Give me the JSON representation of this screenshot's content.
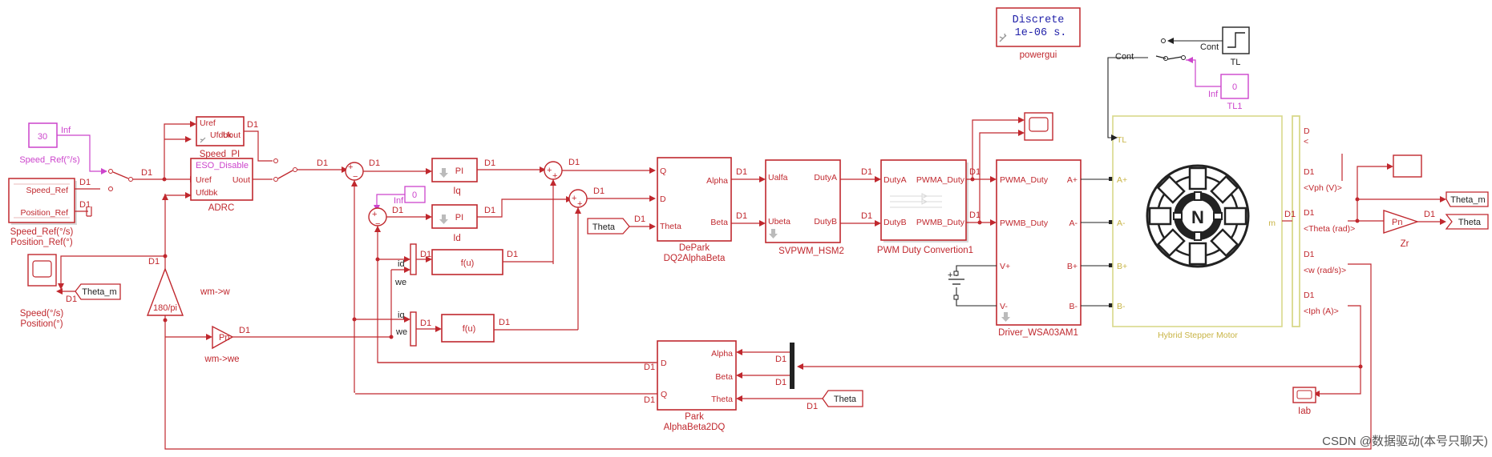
{
  "powergui": {
    "mode": "Discrete",
    "sample": "1e-06 s.",
    "name": "powergui"
  },
  "refs": {
    "speed_const_value": "30",
    "speed_const_tag": "Inf",
    "speed_const_name": "Speed_Ref(°/s)",
    "subsys_in1": "Speed_Ref",
    "subsys_in2": "Position_Ref",
    "subsys_name1": "Speed_Ref(°/s)",
    "subsys_name2": "Position_Ref(°)"
  },
  "scope_left": {
    "name1": "Speed(°/s)",
    "name2": "Position(°)",
    "goto_theta_m": "Theta_m"
  },
  "speed_pi": {
    "in1": "Uref",
    "in2": "Ufdbk",
    "out": "Uout",
    "name": "Speed_PI"
  },
  "adrc": {
    "eso": "ESO_Disable",
    "in1": "Uref",
    "in2": "Ufdbk",
    "out": "Uout",
    "name": "ADRC"
  },
  "gain_180pi": {
    "label": "180/pi",
    "name": "wm->w"
  },
  "gain_pn_left": {
    "label": "Pn",
    "name": "wm->we"
  },
  "zero_const": {
    "value": "0",
    "tag": "Inf"
  },
  "pi_iq": {
    "label": "PI",
    "name": "Iq"
  },
  "pi_id": {
    "label": "PI",
    "name": "Id"
  },
  "mux1": {
    "in1": "id",
    "in2": "we"
  },
  "mux2": {
    "in1": "iq",
    "in2": "we"
  },
  "fcn1": "f(u)",
  "fcn2": "f(u)",
  "depark": {
    "in_q": "Q",
    "in_d": "D",
    "in_theta": "Theta",
    "out_alpha": "Alpha",
    "out_beta": "Beta",
    "name1": "DePark",
    "name2": "DQ2AlphaBeta"
  },
  "theta_from1": "Theta",
  "svpwm": {
    "in1": "Ualfa",
    "in2": "Ubeta",
    "out1": "DutyA",
    "out2": "DutyB",
    "name": "SVPWM_HSM2"
  },
  "pwmconv": {
    "in1": "DutyA",
    "in2": "DutyB",
    "out1": "PWMA_Duty",
    "out2": "PWMB_Duty",
    "name": "PWM Duty Convertion1"
  },
  "driver": {
    "in1": "PWMA_Duty",
    "in2": "PWMB_Duty",
    "in3": "V+",
    "in4": "V-",
    "out1": "A+",
    "out2": "A-",
    "out3": "B+",
    "out4": "B-",
    "name": "Driver_WSA03AM1"
  },
  "motor": {
    "tl": "TL",
    "a_plus": "A+",
    "a_minus": "A-",
    "b_plus": "B+",
    "b_minus": "B-",
    "m": "m",
    "n": "N",
    "name": "Hybrid Stepper Motor"
  },
  "step_block": {
    "name": "TL",
    "tag": "Cont"
  },
  "tl1_const": {
    "value": "0",
    "tag": "Inf",
    "name": "TL1"
  },
  "switch_tag": "Cont",
  "demux": {
    "p1_top": "D",
    "p1_mid": "<",
    "p2_top": "D1",
    "p2_bot": "<Vph (V)>",
    "p3_top": "D1",
    "p3_bot": "<Theta (rad)>",
    "p4_top": "D1",
    "p4_bot": "<w (rad/s)>",
    "p5_top": "D1",
    "p5_bot": "<Iph (A)>"
  },
  "goto_theta_m_right": "Theta_m",
  "goto_theta_right": "Theta",
  "gain_pn_right": {
    "label": "Pn",
    "name": "Zr"
  },
  "scope_iab": "Iab",
  "park": {
    "in_alpha": "Alpha",
    "in_beta": "Beta",
    "in_theta": "Theta",
    "out_d": "D",
    "out_q": "Q",
    "name1": "Park",
    "name2": "AlphaBeta2DQ"
  },
  "theta_from2": "Theta",
  "d1": "D1",
  "watermark": "CSDN @数据驱动(本号只聊天)"
}
